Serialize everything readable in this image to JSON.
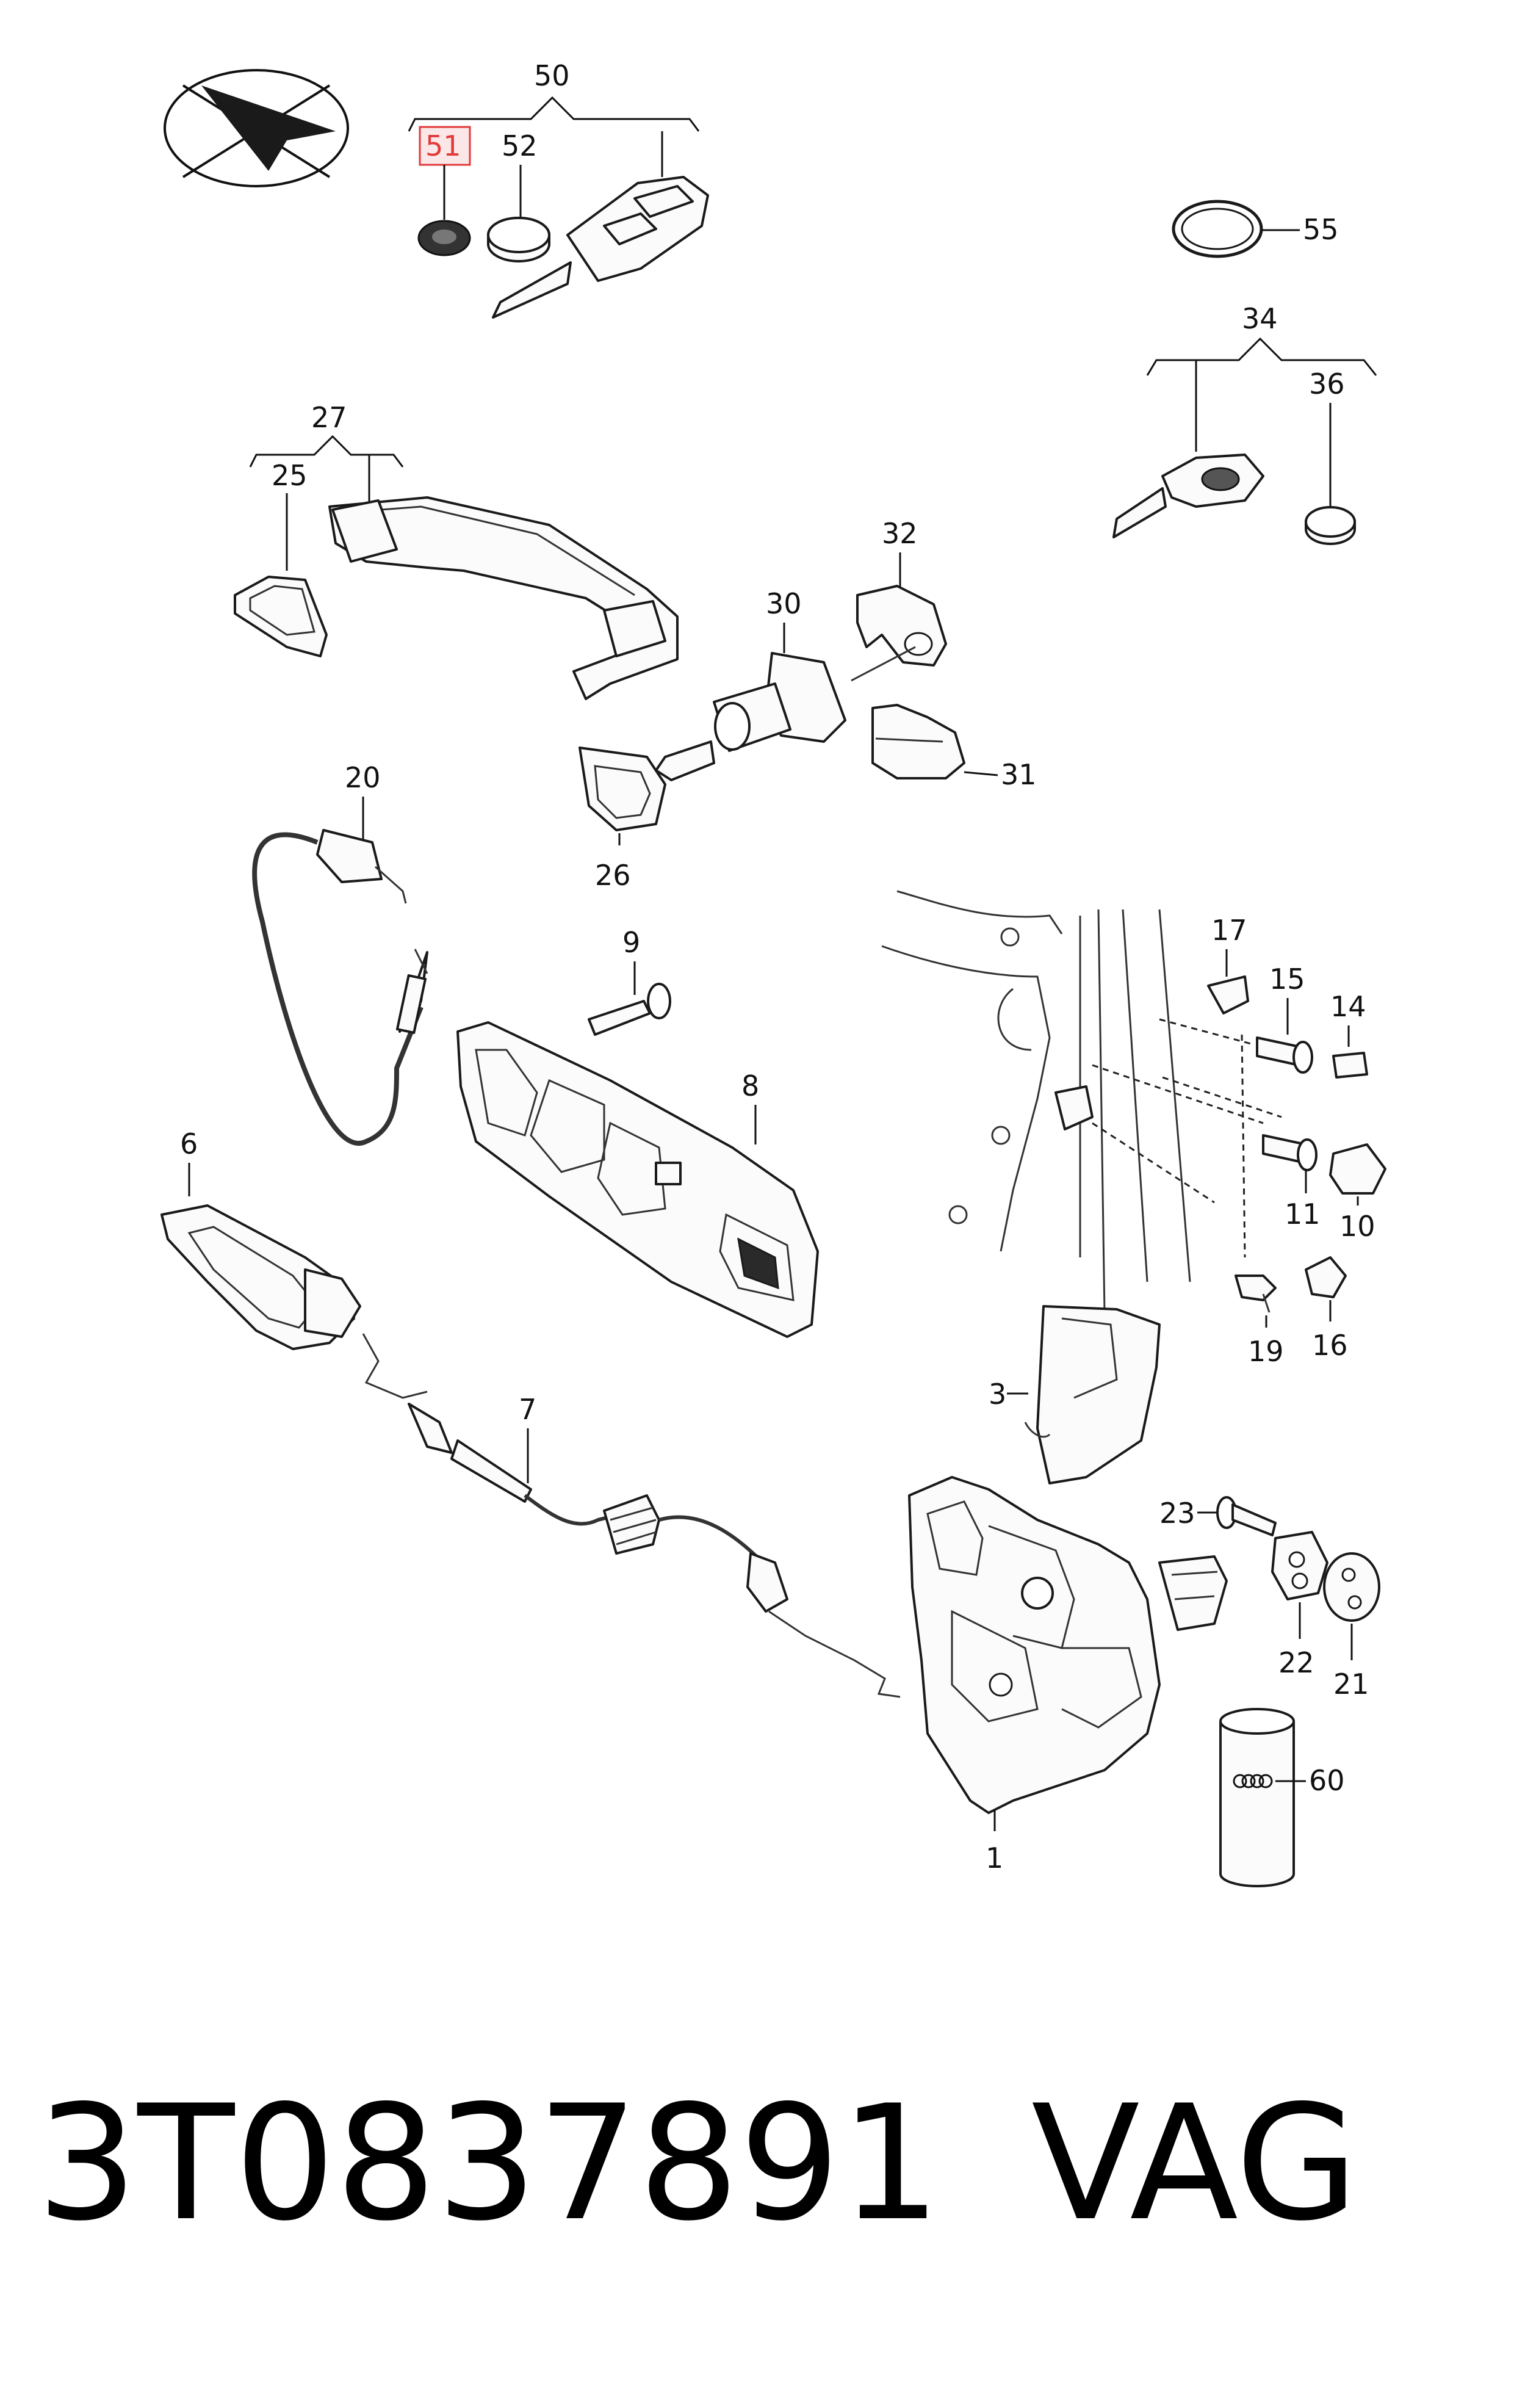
{
  "callouts": {
    "c1": "1",
    "c3": "3",
    "c6": "6",
    "c7": "7",
    "c8": "8",
    "c9": "9",
    "c10": "10",
    "c11": "11",
    "c14": "14",
    "c15": "15",
    "c16": "16",
    "c17": "17",
    "c19": "19",
    "c20": "20",
    "c21": "21",
    "c22": "22",
    "c23": "23",
    "c25": "25",
    "c26": "26",
    "c27": "27",
    "c30": "30",
    "c31": "31",
    "c32": "32",
    "c34": "34",
    "c36": "36",
    "c50": "50",
    "c51": "51",
    "c52": "52",
    "c55": "55",
    "c60": "60"
  },
  "highlight_color": "#e23a3a",
  "footer": {
    "part_number": "3T0837891",
    "brand": "VAG"
  }
}
